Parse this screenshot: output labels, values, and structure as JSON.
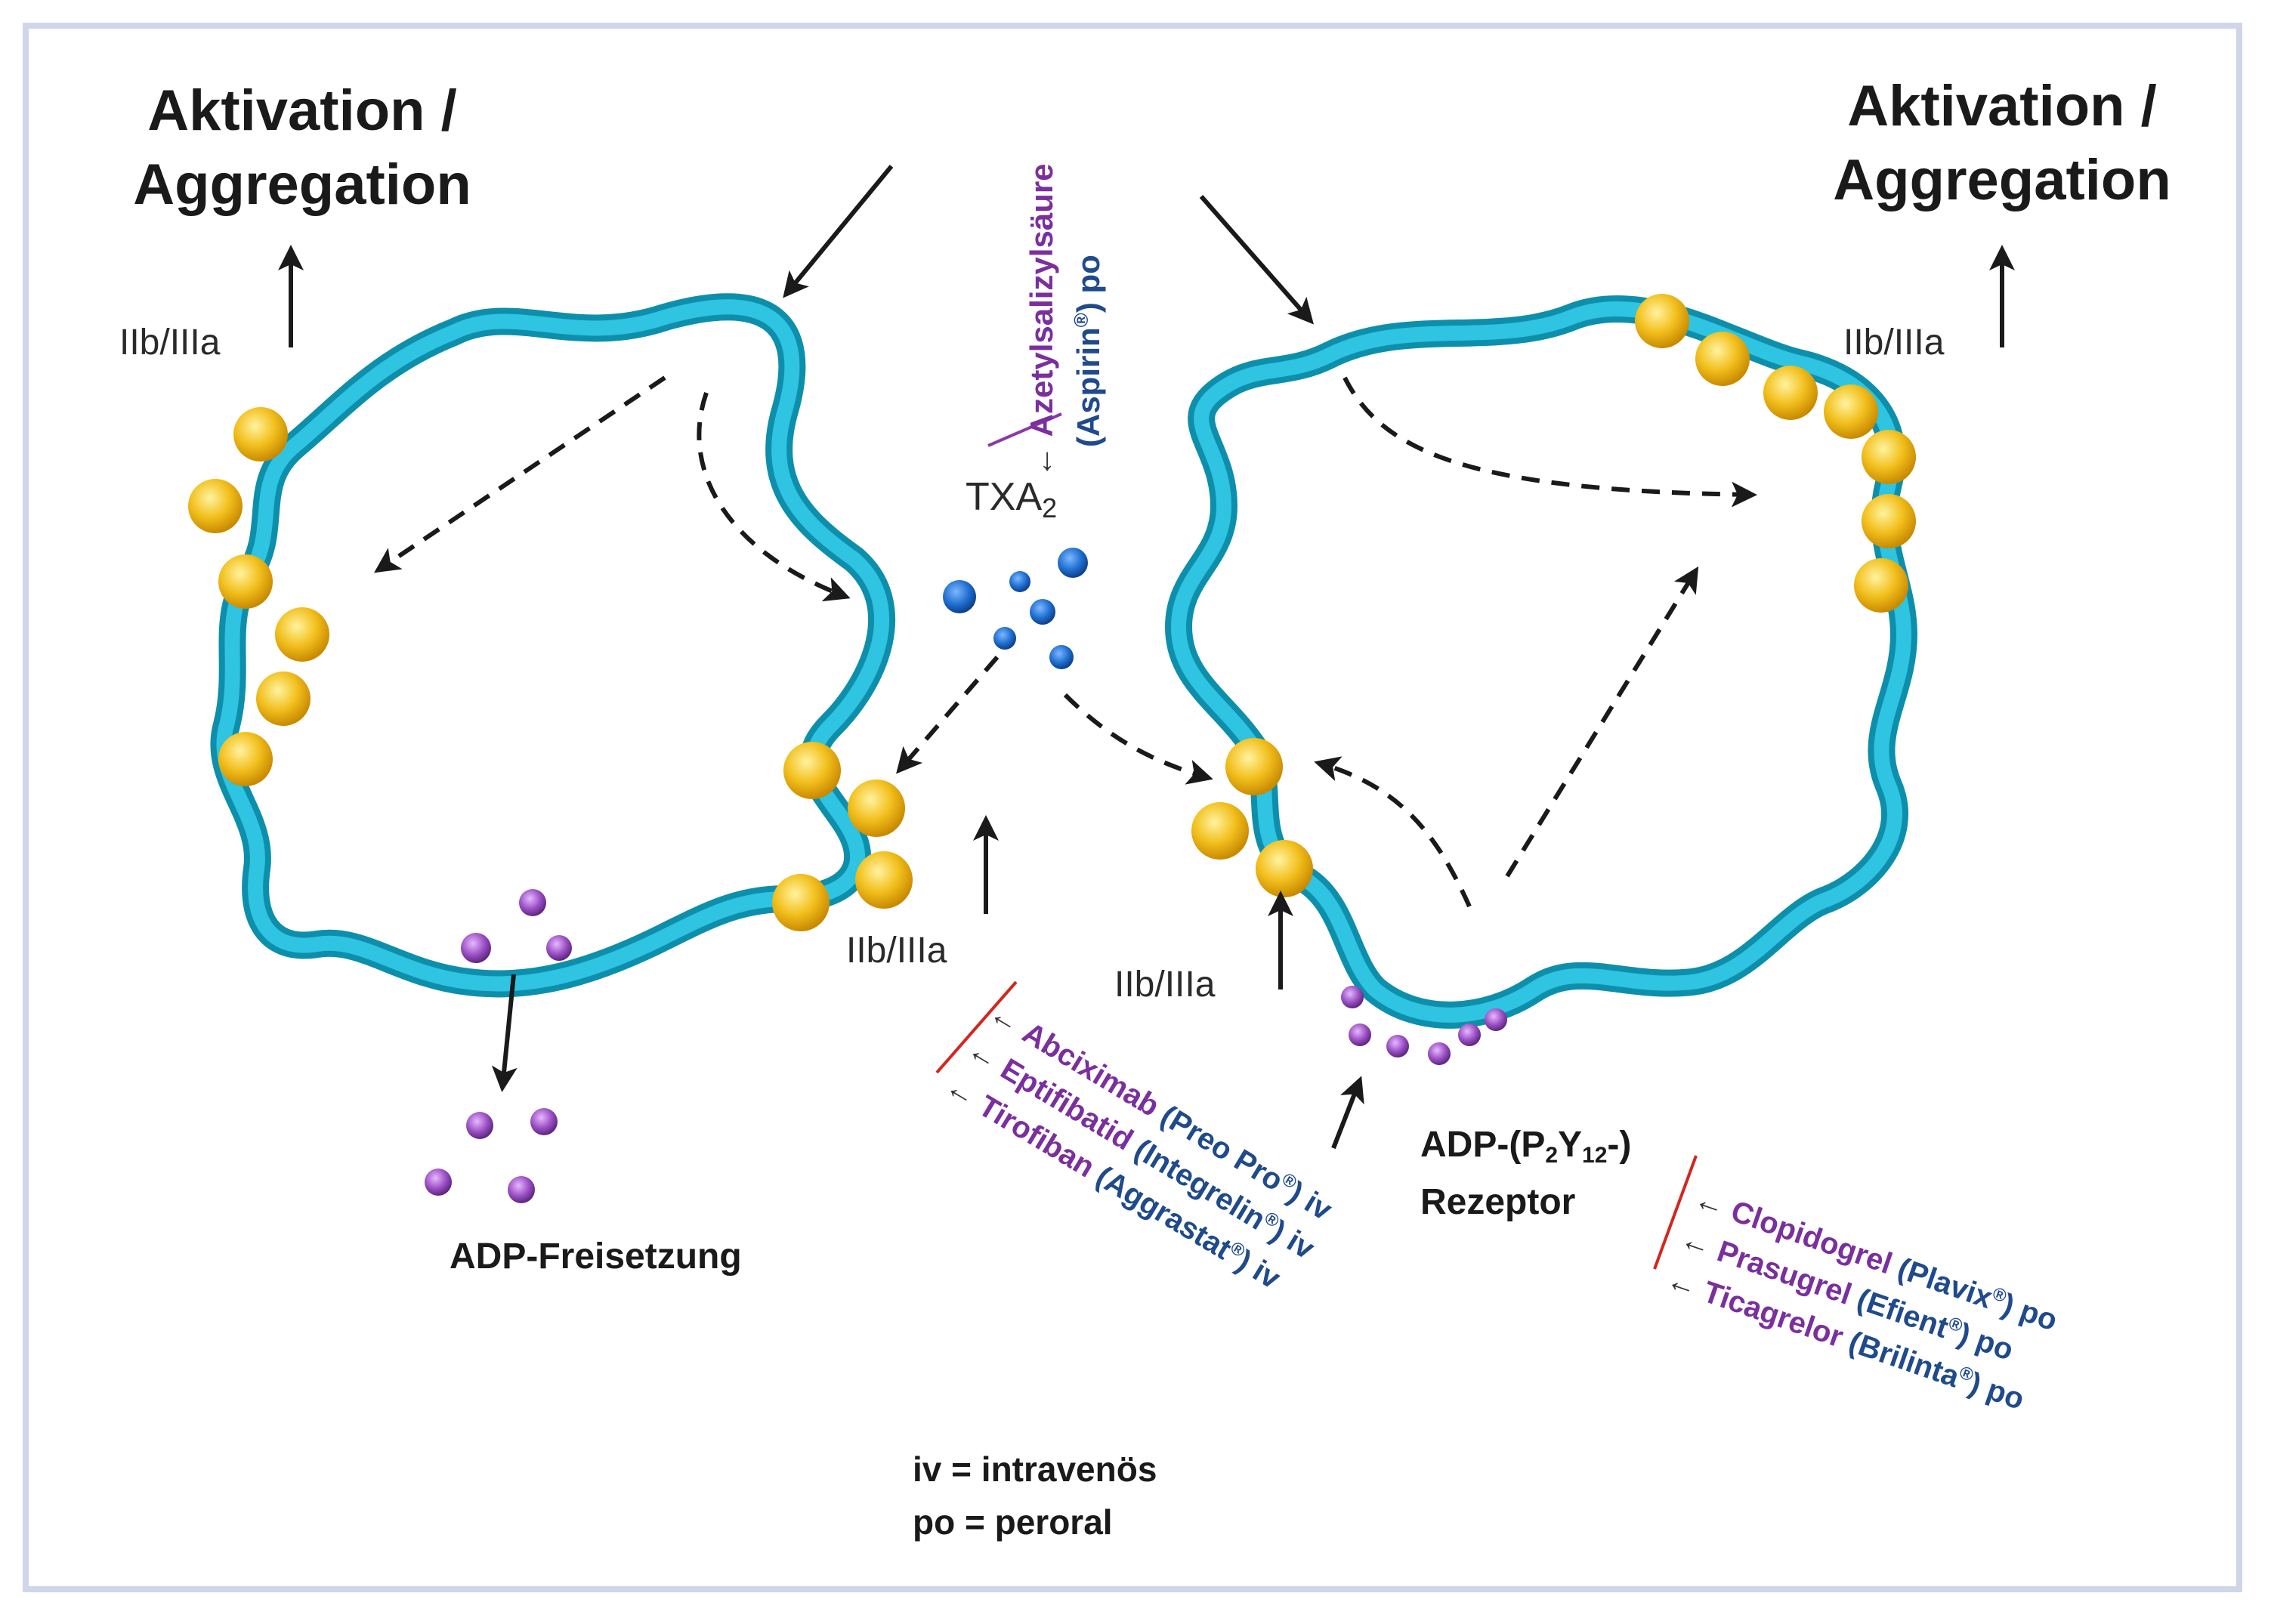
{
  "labels": {
    "aktivation_left_line1": "Aktivation /",
    "aktivation_left_line2": "Aggregation",
    "aktivation_right_line1": "Aktivation /",
    "aktivation_right_line2": "Aggregation",
    "receptor_iib_left_top": "IIb/IIIa",
    "receptor_iib_right_top": "IIb/IIIa",
    "receptor_iib_center_left": "IIb/IIIa",
    "receptor_iib_center_right": "IIb/IIIa",
    "txa2_main": "TXA",
    "txa2_sub": "2",
    "adp_release": "ADP-Freisetzung",
    "adp_receptor_prefix": "ADP-(P",
    "adp_receptor_p_sub": "2",
    "adp_receptor_y": "Y",
    "adp_receptor_y_sub": "12",
    "adp_receptor_suffix": "-)",
    "adp_receptor_line2": "Rezeptor"
  },
  "aspirin": {
    "drug": "Azetylsalizylsäure",
    "brand": "(Aspirin",
    "reg": "®",
    "brand_close": ")",
    "route": "po"
  },
  "gp_inhibitors": [
    {
      "drug": "Abciximab",
      "brand": "(Preo Pro",
      "reg": "®",
      "brand_close": ")",
      "route": "iv"
    },
    {
      "drug": "Eptifibatid",
      "brand": "(Integrelin",
      "reg": "®",
      "brand_close": ")",
      "route": "iv"
    },
    {
      "drug": "Tirofiban",
      "brand": "(Aggrastat",
      "reg": "®",
      "brand_close": ")",
      "route": "iv"
    }
  ],
  "p2y12_inhibitors": [
    {
      "drug": "Clopidogrel",
      "brand": "(Plavix",
      "reg": "®",
      "brand_close": ")",
      "route": "po"
    },
    {
      "drug": "Prasugrel",
      "brand": "(Efient",
      "reg": "®",
      "brand_close": ")",
      "route": "po"
    },
    {
      "drug": "Ticagrelor",
      "brand": "(Brilinta",
      "reg": "®",
      "brand_close": ")",
      "route": "po"
    }
  ],
  "legend": {
    "line1": "iv = intravenös",
    "line2": "po = peroral"
  },
  "colors": {
    "membrane": "#1fb3d0",
    "membrane_dark": "#0d8fab",
    "receptor": "#f2c01e",
    "txa2": "#1f6fd0",
    "adp": "#9a4fc4",
    "inhibition_red": "#d3261e",
    "inhibition_purple": "#8a3aa8",
    "drug_purple": "#7b2f9e",
    "brand_navy": "#1f4a8c"
  }
}
